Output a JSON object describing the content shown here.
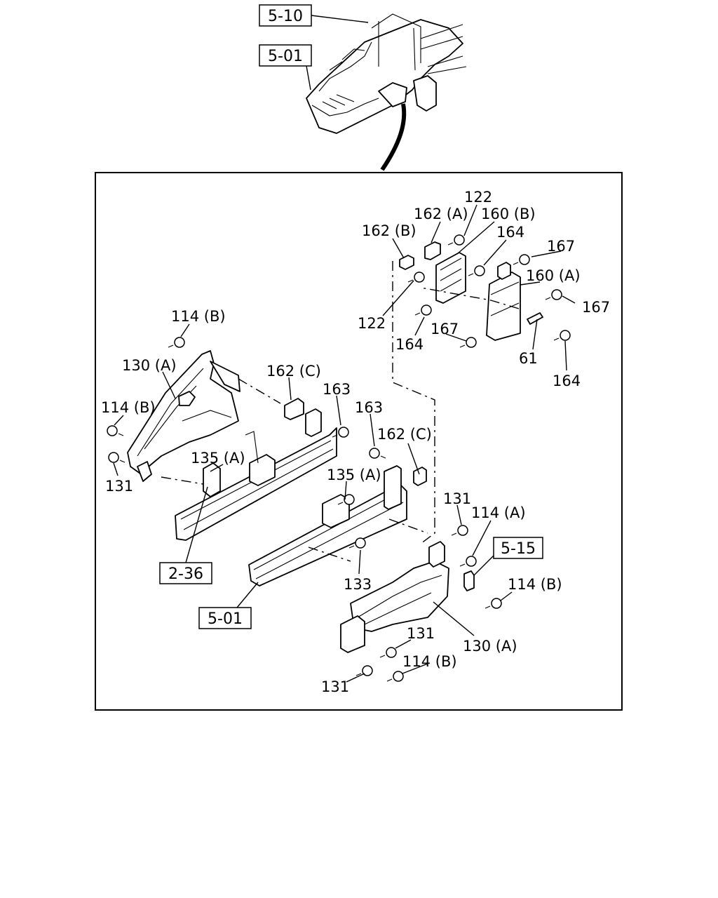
{
  "references": {
    "r_5_10": "5-10",
    "r_5_01_top": "5-01",
    "r_5_15": "5-15",
    "r_2_36": "2-36",
    "r_5_01_bottom": "5-01"
  },
  "labels": {
    "l122a": "122",
    "l162a": "162 (A)",
    "l160b": "160 (B)",
    "l162b": "162 (B)",
    "l164a": "164",
    "l167a": "167",
    "l160a": "160 (A)",
    "l167b": "167",
    "l122b": "122",
    "l164b": "164",
    "l167c": "167",
    "l61": "61",
    "l164c": "164",
    "l114b1": "114 (B)",
    "l130a1": "130 (A)",
    "l162c1": "162 (C)",
    "l163a": "163",
    "l163b": "163",
    "l114b2": "114 (B)",
    "l162c2": "162 (C)",
    "l131a": "131",
    "l135a1": "135 (A)",
    "l135a2": "135 (A)",
    "l131b": "131",
    "l114a": "114 (A)",
    "l133": "133",
    "l114b3": "114 (B)",
    "l131c": "131",
    "l130a2": "130 (A)",
    "l114b4": "114 (B)",
    "l131d": "131"
  }
}
